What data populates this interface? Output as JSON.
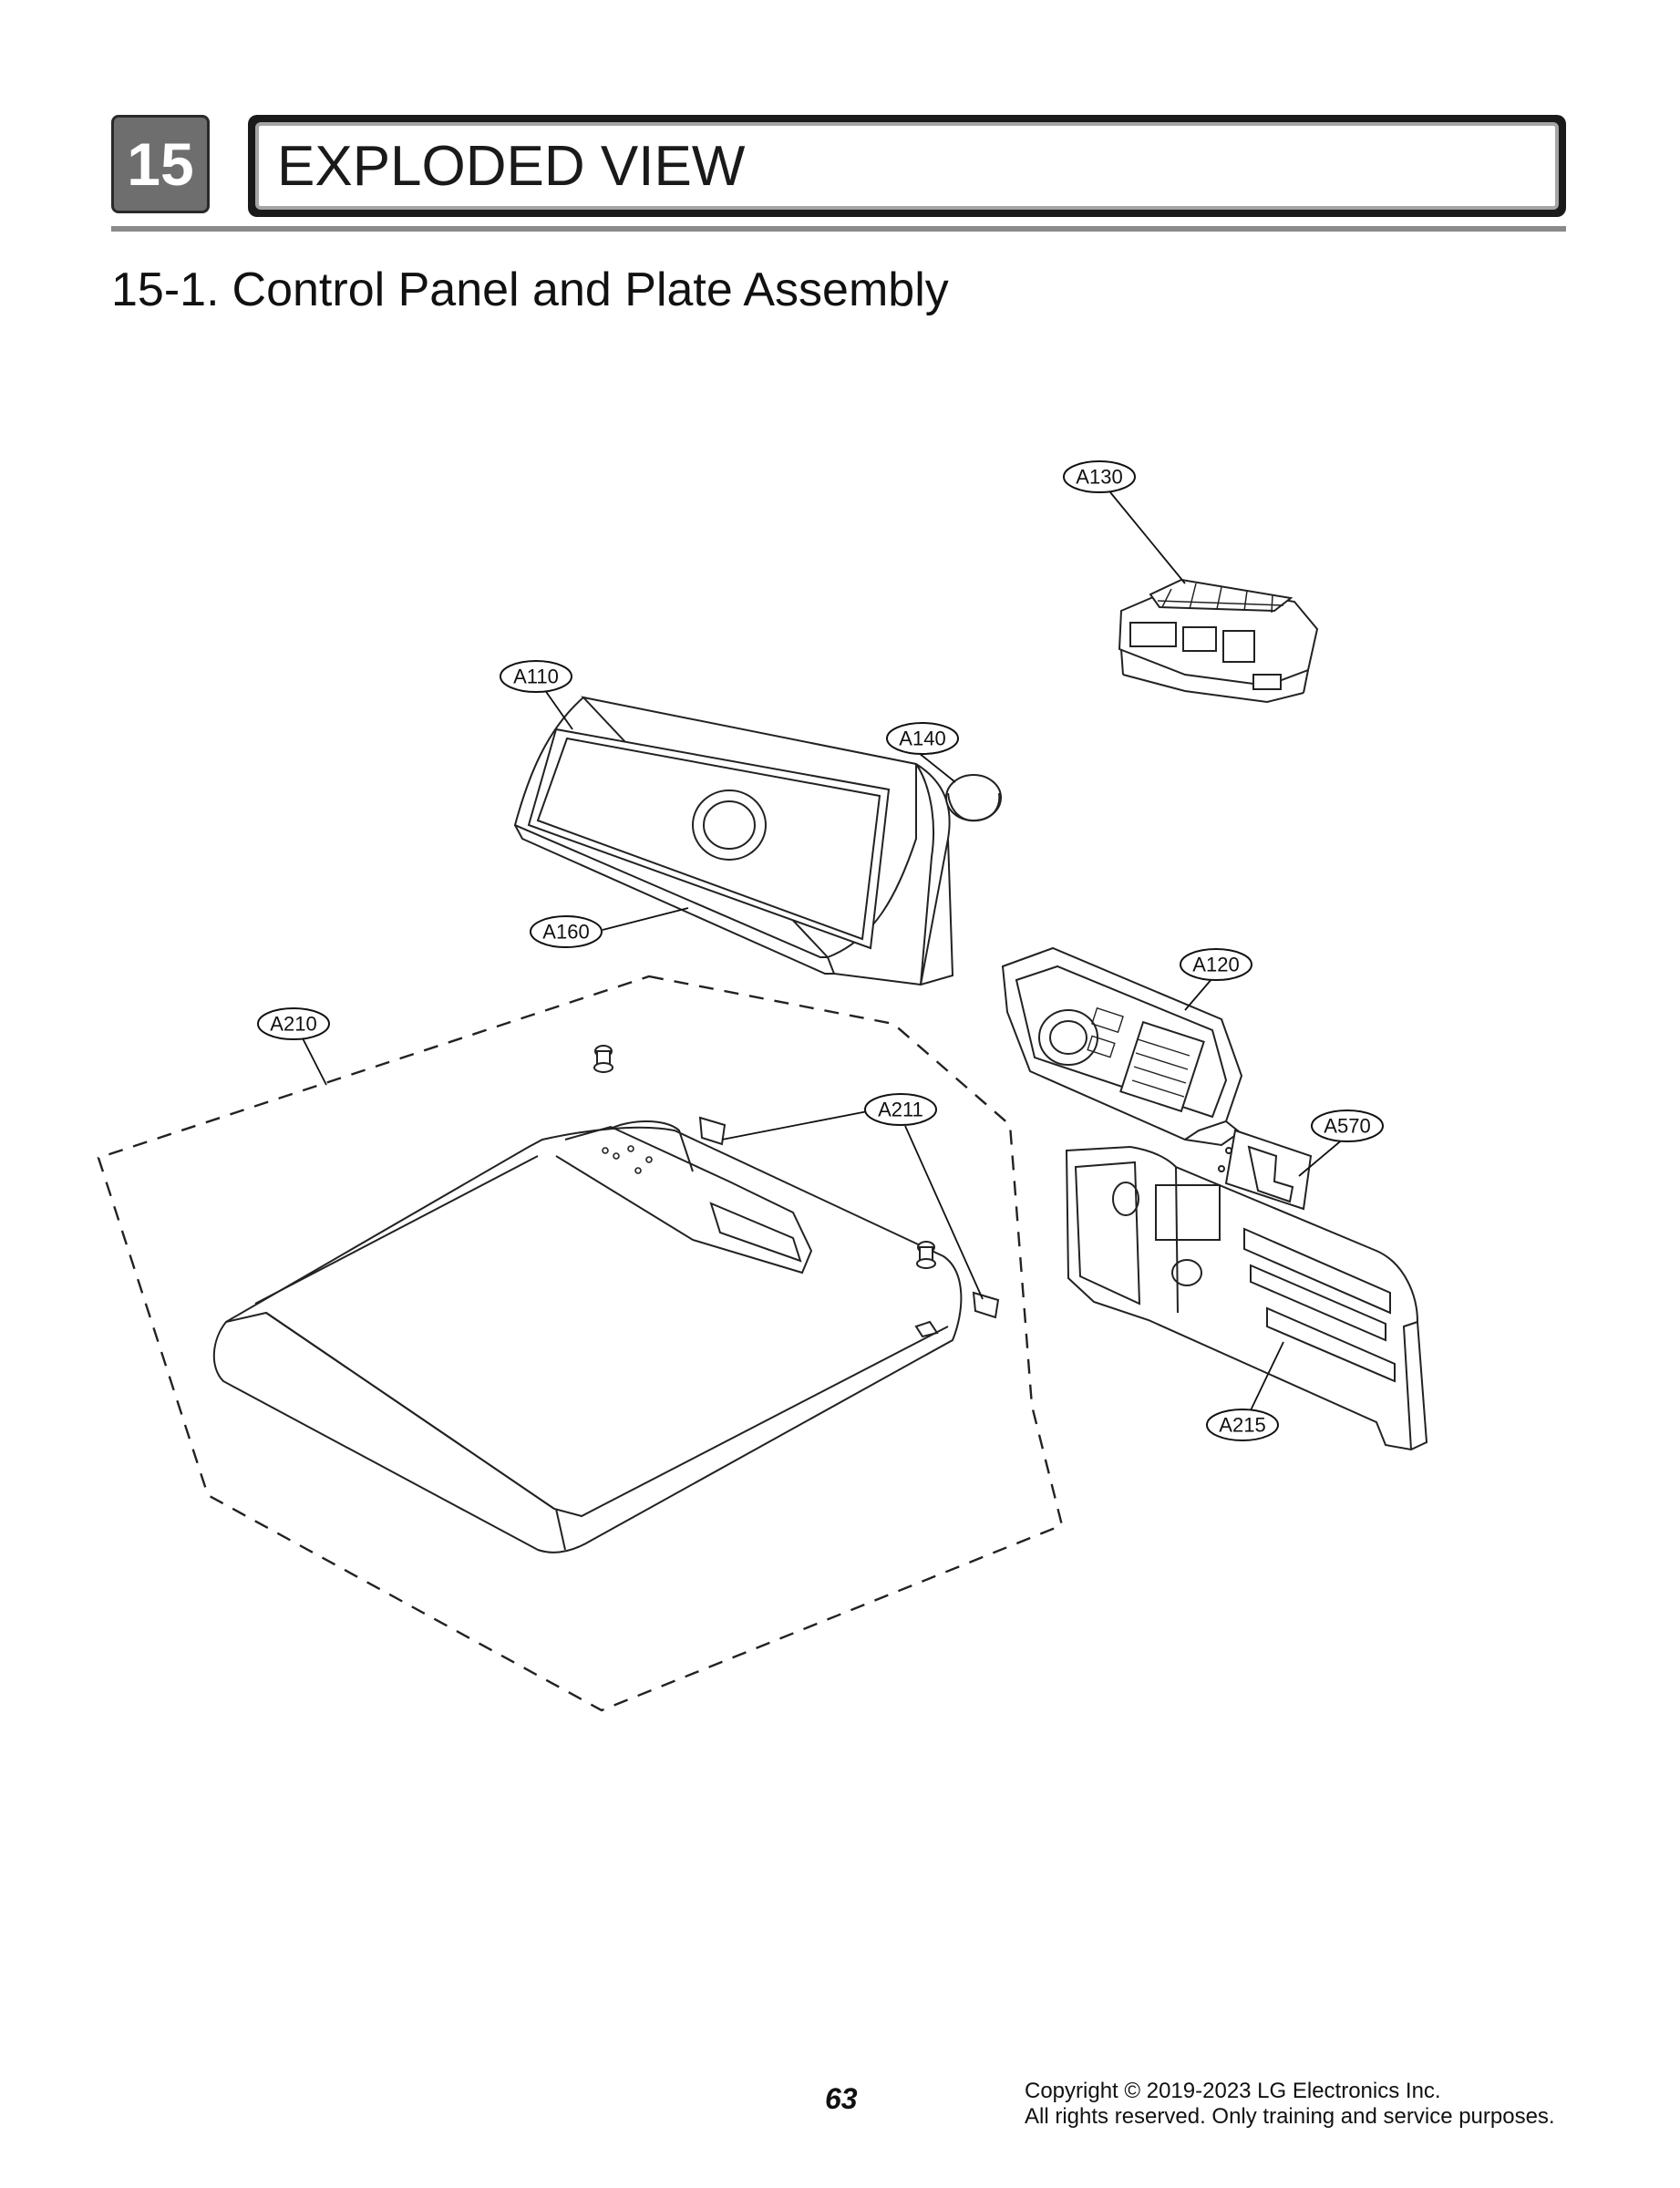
{
  "chapter": {
    "number": "15",
    "title": "EXPLODED VIEW"
  },
  "section": {
    "number": "15-1.",
    "title": "Control Panel and Plate Assembly"
  },
  "callouts": [
    "A130",
    "A110",
    "A140",
    "A160",
    "A120",
    "A210",
    "A211",
    "A570",
    "A215"
  ],
  "footer": {
    "page": "63",
    "copyright": "Copyright © 2019-2023 LG Electronics Inc.",
    "rights": "All rights reserved. Only training and service purposes."
  }
}
